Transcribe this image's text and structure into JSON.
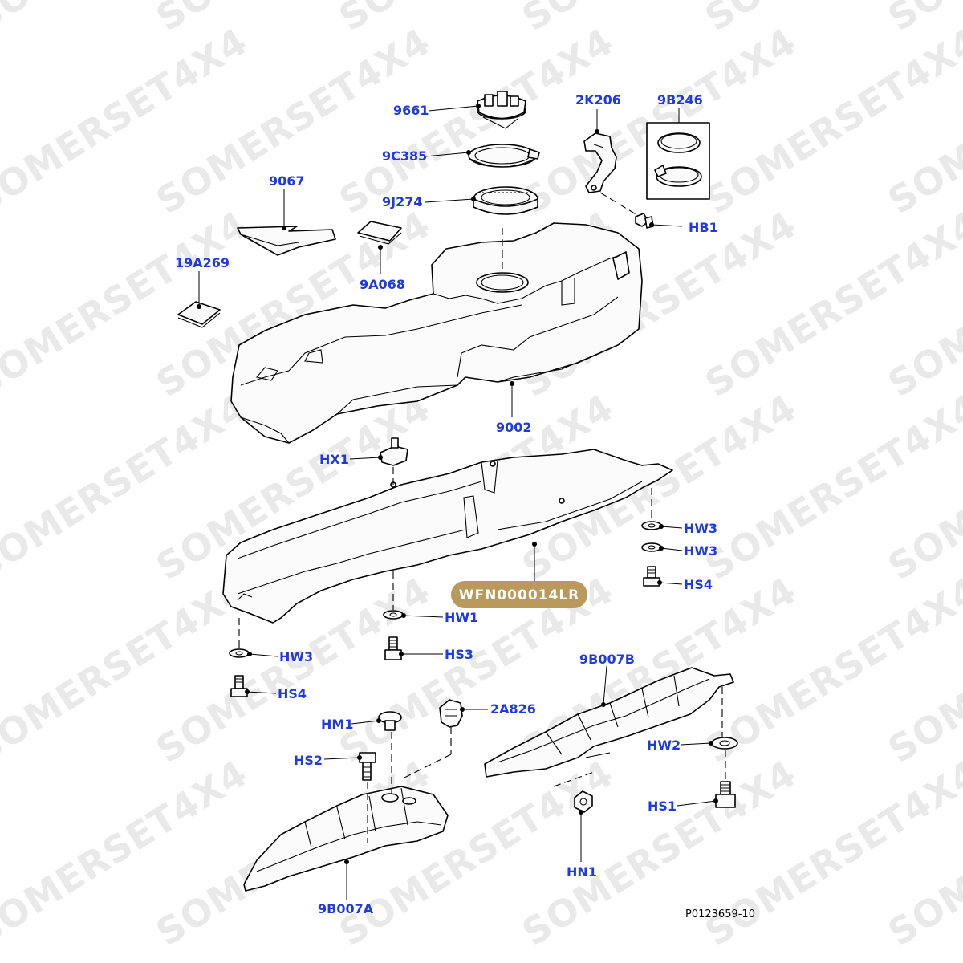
{
  "watermark": {
    "text": "SOMERSET4X4",
    "rows": [
      [
        -30,
        12
      ],
      [
        200,
        12
      ],
      [
        430,
        12
      ],
      [
        660,
        12
      ],
      [
        890,
        12
      ],
      [
        1120,
        12
      ],
      [
        -30,
        240
      ],
      [
        200,
        240
      ],
      [
        430,
        240
      ],
      [
        660,
        240
      ],
      [
        890,
        240
      ],
      [
        1120,
        240
      ],
      [
        -30,
        468
      ],
      [
        200,
        468
      ],
      [
        430,
        468
      ],
      [
        660,
        468
      ],
      [
        890,
        468
      ],
      [
        1120,
        468
      ],
      [
        -30,
        696
      ],
      [
        200,
        696
      ],
      [
        430,
        696
      ],
      [
        660,
        696
      ],
      [
        890,
        696
      ],
      [
        1120,
        696
      ],
      [
        -30,
        924
      ],
      [
        200,
        924
      ],
      [
        430,
        924
      ],
      [
        660,
        924
      ],
      [
        890,
        924
      ],
      [
        1120,
        924
      ]
    ]
  },
  "colors": {
    "label": "#1f3ae0",
    "badge_fill": "#b99a5c",
    "watermark": "#e9e9e9"
  },
  "labels": {
    "p9661": "9661",
    "p9c385": "9C385",
    "p9j274": "9J274",
    "p2k206": "2K206",
    "p9b246": "9B246",
    "phb1": "HB1",
    "p9067": "9067",
    "p9a068": "9A068",
    "p19a269": "19A269",
    "p9002": "9002",
    "phx1": "HX1",
    "phw3a": "HW3",
    "phw3b": "HW3",
    "phs4a": "HS4",
    "phw1": "HW1",
    "phs3": "HS3",
    "phw3c": "HW3",
    "phs4b": "HS4",
    "p9b007b": "9B007B",
    "p2a826": "2A826",
    "phm1": "HM1",
    "phs2": "HS2",
    "phw2": "HW2",
    "phs1": "HS1",
    "phn1": "HN1",
    "p9b007a": "9B007A"
  },
  "badge": {
    "text": "WFN000014LR"
  },
  "figure_ref": "P0123659-10"
}
